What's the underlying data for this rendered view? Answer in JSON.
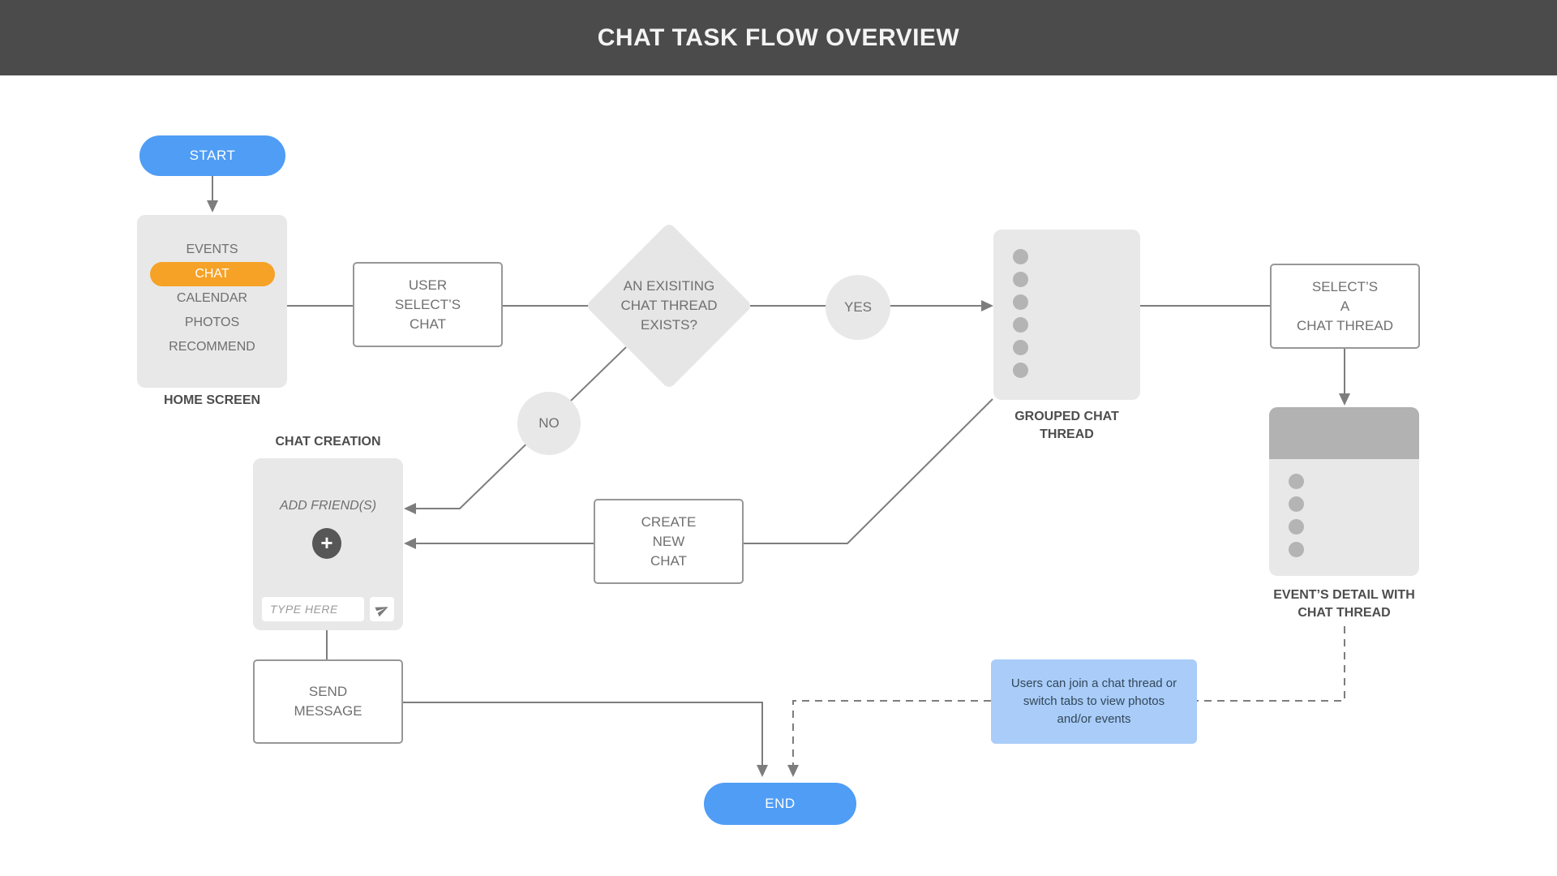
{
  "header": {
    "title": "CHAT TASK FLOW OVERVIEW"
  },
  "colors": {
    "header-bg": "#4b4b4b",
    "accent-blue": "#4f9df5",
    "accent-orange": "#f6a226",
    "node-gray": "#e8e8e8",
    "line-gray": "#7d7d7d",
    "note-blue": "#a9cdf8"
  },
  "icons": {
    "plus": "+"
  },
  "nodes": {
    "start": {
      "label": "START"
    },
    "home_screen": {
      "menu": [
        "EVENTS",
        "CHAT",
        "CALENDAR",
        "PHOTOS",
        "RECOMMEND"
      ],
      "label": "HOME SCREEN"
    },
    "user_selects_chat": {
      "text": "USER\nSELECT’S\nCHAT"
    },
    "decision": {
      "text": "AN EXISITING\nCHAT THREAD\nEXISTS?"
    },
    "yes_connector": {
      "label": "YES"
    },
    "no_connector": {
      "label": "NO"
    },
    "grouped_chat_thread": {
      "label": "GROUPED CHAT\nTHREAD"
    },
    "selects_chat_thread": {
      "text": "SELECT’S\nA\nCHAT THREAD"
    },
    "events_detail": {
      "label": "EVENT’S DETAIL WITH\nCHAT THREAD"
    },
    "chat_creation": {
      "label": "CHAT CREATION",
      "add_friends_text": "ADD FRIEND(S)",
      "input_placeholder": "TYPE HERE"
    },
    "create_new_chat": {
      "text": "CREATE\nNEW\nCHAT"
    },
    "send_message": {
      "text": "SEND\nMESSAGE"
    },
    "end": {
      "label": "END"
    },
    "note": {
      "text": "Users can join a chat thread or\nswitch tabs to view photos\nand/or events"
    }
  }
}
